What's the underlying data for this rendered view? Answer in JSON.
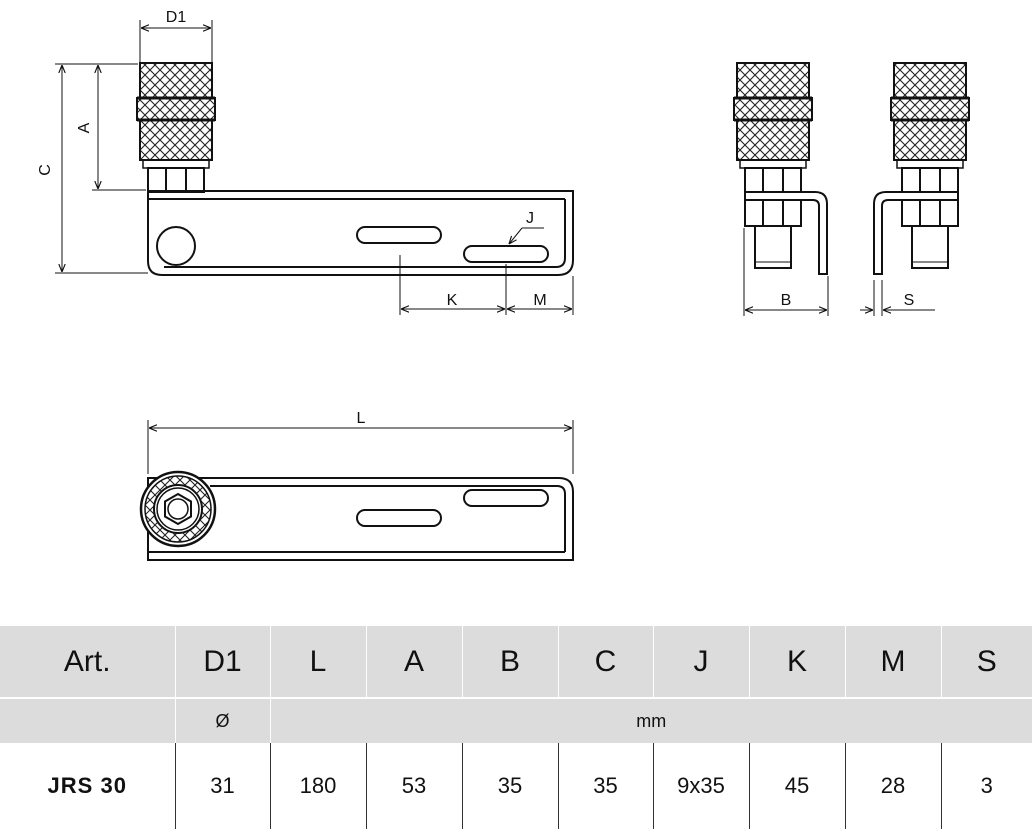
{
  "drawing": {
    "dims": {
      "d1": "D1",
      "a": "A",
      "c": "C",
      "j": "J",
      "k": "K",
      "m": "M",
      "b": "B",
      "s": "S",
      "l": "L"
    }
  },
  "table": {
    "headers": [
      "Art.",
      "D1",
      "L",
      "A",
      "B",
      "C",
      "J",
      "K",
      "M",
      "S"
    ],
    "units": {
      "d1": "Ø",
      "rest": "mm"
    },
    "row": [
      "JRS 30",
      "31",
      "180",
      "53",
      "35",
      "35",
      "9x35",
      "45",
      "28",
      "3"
    ]
  }
}
